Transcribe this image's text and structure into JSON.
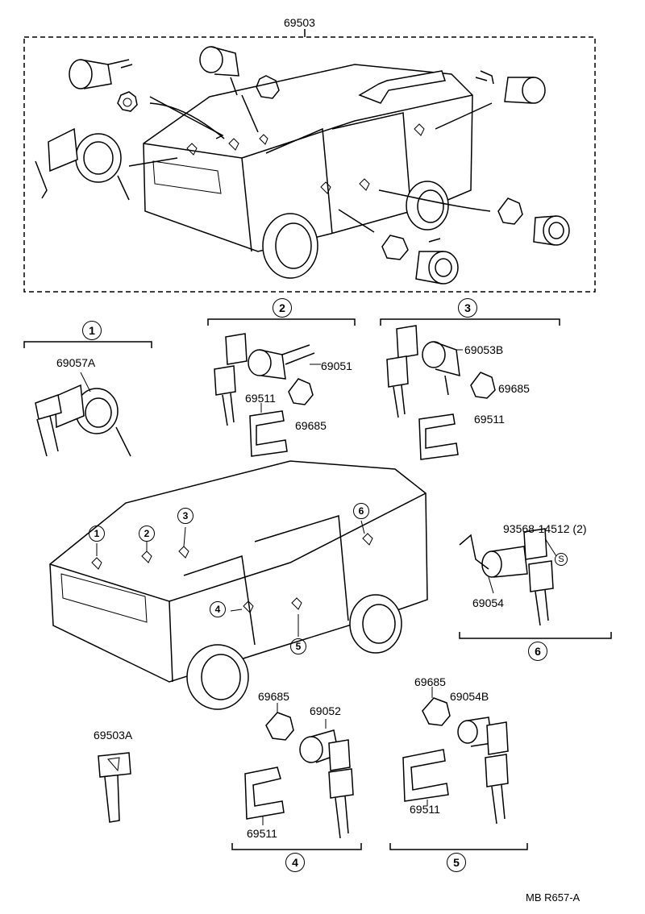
{
  "assembly": {
    "part_no": "69503"
  },
  "groups": [
    {
      "id": "1",
      "parts": [
        "69057A"
      ]
    },
    {
      "id": "2",
      "parts": [
        "69051",
        "69511",
        "69685"
      ]
    },
    {
      "id": "3",
      "parts": [
        "69053B",
        "69685",
        "69511"
      ]
    },
    {
      "id": "4",
      "parts": [
        "69685",
        "69052",
        "69511"
      ]
    },
    {
      "id": "5",
      "parts": [
        "69685",
        "69054B",
        "69511"
      ]
    },
    {
      "id": "6",
      "parts": [
        "93568-14512 (2)",
        "69054"
      ]
    }
  ],
  "vehicle_markers": [
    "1",
    "2",
    "3",
    "4",
    "5",
    "6"
  ],
  "key_blank": {
    "part_no": "69503A"
  },
  "screw_symbol": "S",
  "footer": {
    "ref": "MB  R657-A"
  }
}
